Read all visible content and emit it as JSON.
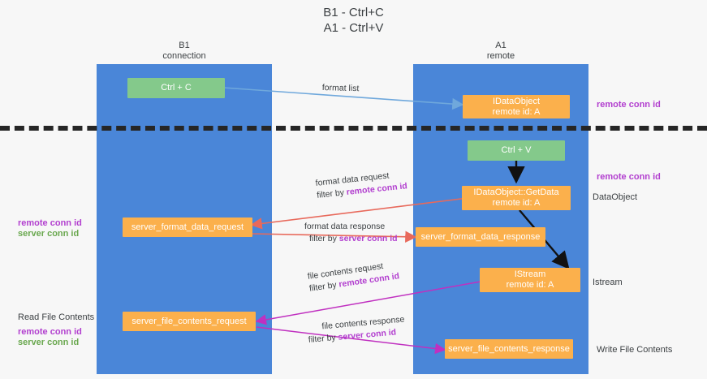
{
  "title": "B1 - Ctrl+C\nA1 - Ctrl+V",
  "columns": {
    "left": "B1\nconnection",
    "right": "A1\nremote"
  },
  "colors": {
    "lane": "#4a86d8",
    "green_node": "#84c98b",
    "orange_node": "#fbb04c",
    "remote_conn_id": "#b23fcf",
    "server_conn_id_green": "#6aa84f",
    "server_conn_id_purple": "#b23fcf",
    "arrow_blue": "#6fa8dc",
    "arrow_red": "#e8695b",
    "arrow_magenta": "#c030c0",
    "arrow_black": "#111111",
    "divider": "#262626",
    "background": "#f7f7f7"
  },
  "nodes": {
    "ctrl_c": "Ctrl + C",
    "ctrl_v": "Ctrl + V",
    "idataobject": "IDataObject\nremote id: A",
    "idataobject_getdata": "IDataObject::GetData\nremote id: A",
    "istream": "IStream\nremote id: A",
    "server_format_data_request": "server_format_data_request",
    "server_format_data_response": "server_format_data_response",
    "server_file_contents_request": "server_file_contents_request",
    "server_file_contents_response": "server_file_contents_response"
  },
  "right_labels": {
    "remote_conn_id_top": "remote conn id",
    "remote_conn_id_mid": "remote conn id",
    "dataobject": "DataObject",
    "istream": "Istream",
    "write_file_contents": "Write File Contents"
  },
  "left_labels": {
    "remote_conn_id": "remote conn id",
    "server_conn_id": "server conn id",
    "read_file_contents": "Read File Contents",
    "remote_conn_id_2": "remote conn id",
    "server_conn_id_2": "server conn id"
  },
  "edges": {
    "format_list": "format list",
    "format_data_request_l1": "format data request",
    "format_data_request_l2_prefix": "filter by ",
    "format_data_request_l2_key": "remote conn id",
    "format_data_response_l1": "format data response",
    "format_data_response_l2_prefix": "filter by ",
    "format_data_response_l2_key": "server conn id",
    "file_contents_request_l1": "file contents request",
    "file_contents_request_l2_prefix": "filter by ",
    "file_contents_request_l2_key": "remote conn id",
    "file_contents_response_l1": "file contents response",
    "file_contents_response_l2_prefix": "filter by ",
    "file_contents_response_l2_key": "server conn id"
  }
}
